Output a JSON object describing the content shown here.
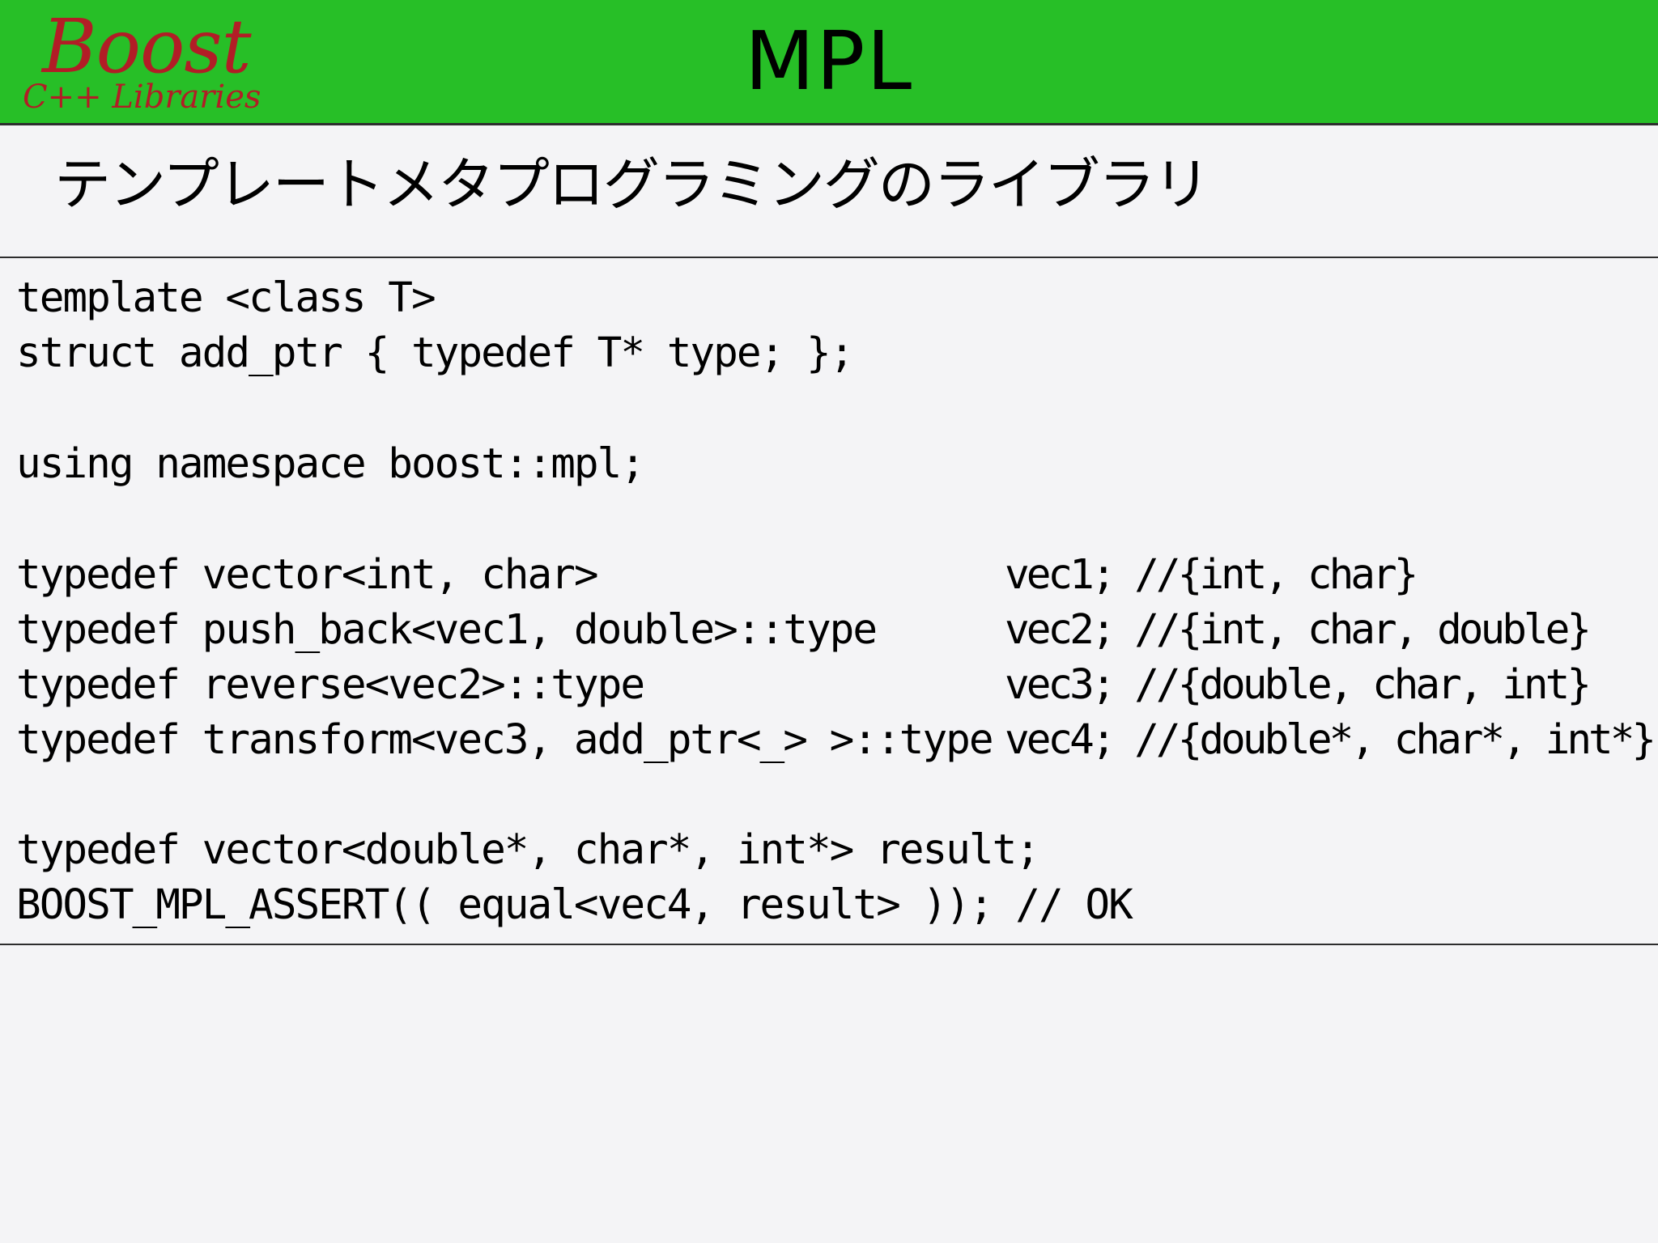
{
  "header": {
    "logo_main": "Boost",
    "logo_sub": "C++ Libraries",
    "title": "MPL"
  },
  "subtitle": "テンプレートメタプログラミングのライブラリ",
  "code": {
    "lines": [
      "template <class T>",
      "struct add_ptr { typedef T* type; };",
      "using namespace boost::mpl;",
      "typedef vector<int, char>",
      "typedef push_back<vec1, double>::type",
      "typedef reverse<vec2>::type",
      "typedef transform<vec3, add_ptr<_> >::type",
      "typedef vector<double*, char*, int*> result;",
      "BOOST_MPL_ASSERT(( equal<vec4, result> )); // OK"
    ],
    "comments": [
      "vec1; //{int, char}",
      "vec2; //{int, char, double}",
      "vec3; //{double, char, int}",
      "vec4; //{double*, char*, int*}"
    ]
  },
  "colors": {
    "header_bg": "#27bf27",
    "logo": "#b21d26",
    "slide_bg": "#f4f4f6"
  }
}
